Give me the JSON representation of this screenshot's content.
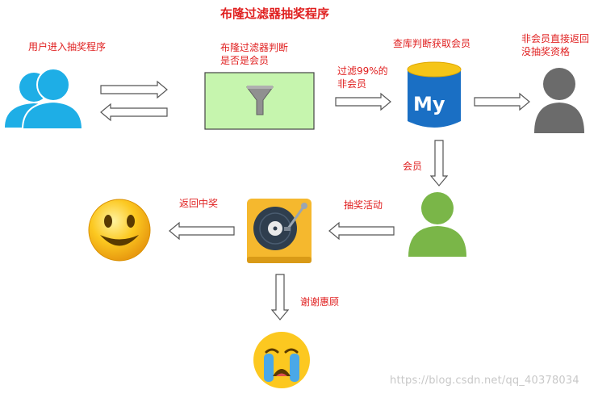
{
  "title": "布隆过滤器抽奖程序",
  "labels": {
    "user_enter": "用户进入抽奖程序",
    "bloom_check_l1": "布隆过滤器判断",
    "bloom_check_l2": "是否是会员",
    "filter_l1": "过滤99%的",
    "filter_l2": "非会员",
    "db_check": "查库判断获取会员",
    "non_member_l1": "非会员直接返回",
    "non_member_l2": "没抽奖资格",
    "member": "会员",
    "lottery": "抽奖活动",
    "win": "返回中奖",
    "thanks": "谢谢惠顾"
  },
  "mysql_logo_text": "My",
  "watermark": "https://blog.csdn.net/qq_40378034",
  "colors": {
    "accent_red": "#e02020",
    "users_blue": "#1eaee6",
    "filter_box_fill": "#c6f5ae",
    "db_blue": "#1a6fc4",
    "db_yellow": "#f5c518",
    "gray_user": "#6b6b6b",
    "green_user": "#7ab648",
    "turntable_bg": "#f5b82e",
    "emoji_yellow": "#fcc820"
  },
  "icons": [
    "users-group-icon",
    "funnel-icon",
    "mysql-database-icon",
    "gray-user-icon",
    "green-user-icon",
    "turntable-icon",
    "smiley-emoji-icon",
    "crying-emoji-icon"
  ]
}
